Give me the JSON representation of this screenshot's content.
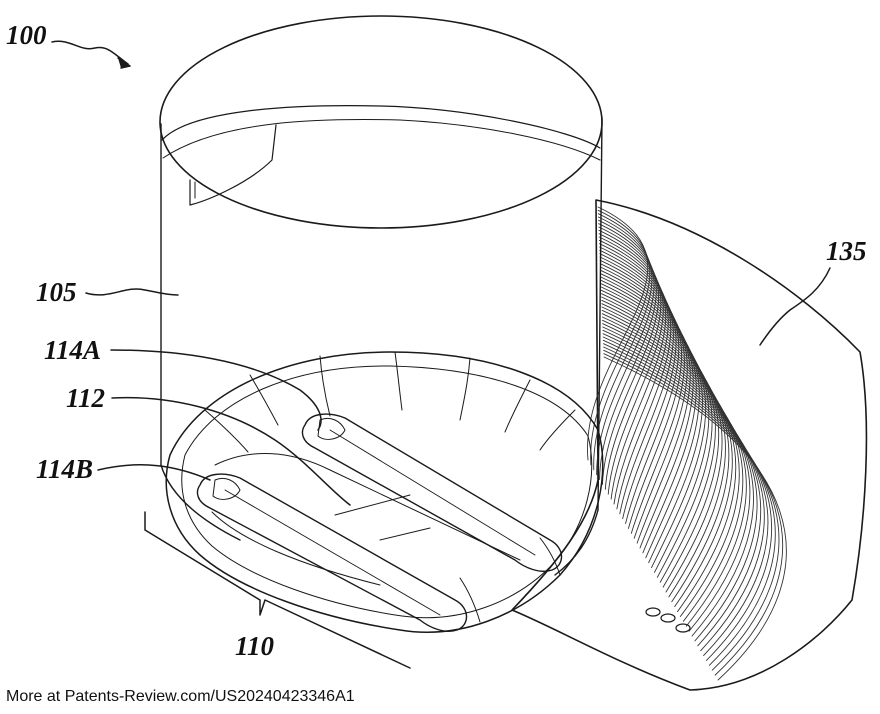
{
  "figure": {
    "labels": {
      "device": "100",
      "housing": "105",
      "base_region": "110",
      "center_pad": "112",
      "contact_a": "114A",
      "contact_b": "114B",
      "strap": "135"
    }
  },
  "footer": {
    "text": "More at Patents-Review.com/US20240423346A1"
  },
  "colors": {
    "line": "#1a1a1a",
    "background": "#ffffff"
  }
}
